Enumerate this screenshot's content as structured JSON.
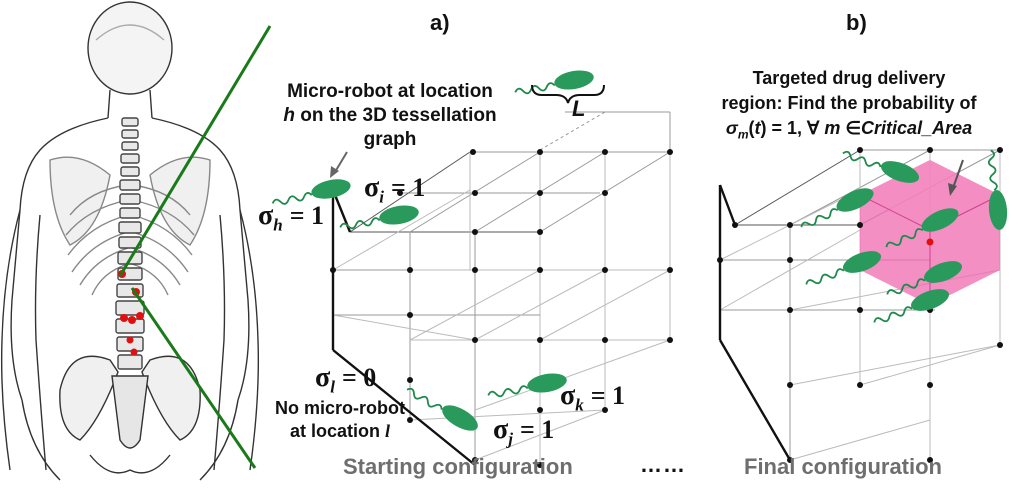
{
  "panel_a": {
    "label": "a)",
    "robot_text_1": "Micro-robot at location",
    "robot_text_2_var": "h",
    "robot_text_2_rest": " on the 3D tessellation",
    "robot_text_3": "graph",
    "no_robot_text_1": "No micro-robot",
    "no_robot_text_2": "at location ",
    "no_robot_text_2_var": "l",
    "length_label": "L",
    "caption": "Starting configuration",
    "sigmas": {
      "h": {
        "sub": "h",
        "value": "= 1"
      },
      "i": {
        "sub": "i",
        "value": "= 1"
      },
      "l": {
        "sub": "l",
        "value": "= 0"
      },
      "k": {
        "sub": "k",
        "value": "= 1"
      },
      "j": {
        "sub": "j",
        "value": "= 1"
      }
    }
  },
  "panel_b": {
    "label": "b)",
    "title_1": "Targeted drug delivery",
    "title_2": "region: Find the probability of",
    "title_3_sigma": "σ",
    "title_3_sub": "m",
    "title_3_mid1": "(",
    "title_3_t": "t",
    "title_3_mid2": ") = 1, ∀ ",
    "title_3_m": "m",
    "title_3_in": " ∈",
    "title_3_area": "Critical_Area",
    "caption": "Final configuration"
  },
  "ellipsis": "……",
  "colors": {
    "robot": "#2a9a5c",
    "robot_tail": "#1f8a4c",
    "body_line": "#1a7a1a",
    "critical_area": "#f06ab0",
    "red_spot": "#e01010",
    "caption": "#6e6e6e"
  }
}
